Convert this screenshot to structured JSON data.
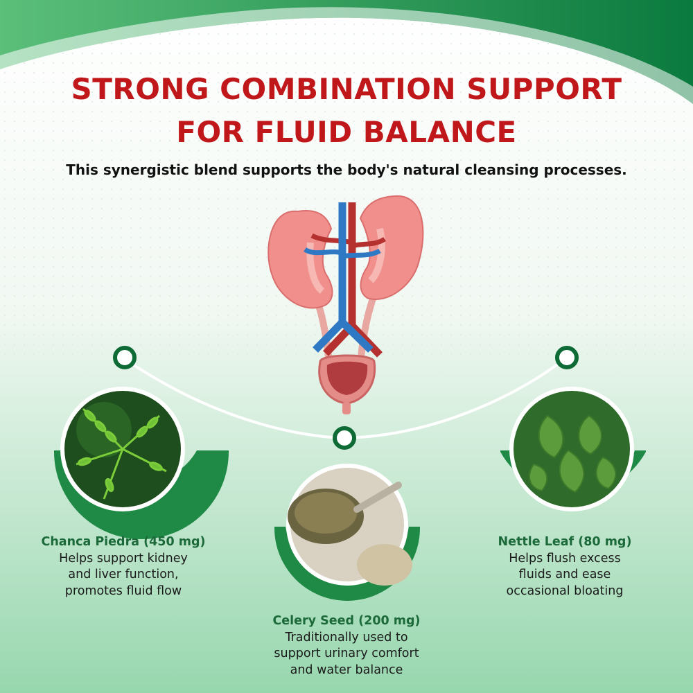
{
  "header": {
    "title_line1": "STRONG COMBINATION SUPPORT",
    "title_line2": "FOR FLUID BALANCE",
    "subtitle": "This synergistic blend supports the body's natural cleansing processes.",
    "title_color": "#c0171a"
  },
  "ingredients": [
    {
      "name": "Chanca Piedra (450 mg)",
      "lines": [
        "Helps support kidney",
        "and liver function,",
        "promotes fluid flow"
      ],
      "image_icon": "leaf-sprig-photo"
    },
    {
      "name": "Celery Seed (200 mg)",
      "lines": [
        "Traditionally used to",
        "support urinary comfort",
        "and water balance"
      ],
      "image_icon": "seed-spoon-photo"
    },
    {
      "name": "Nettle Leaf (80 mg)",
      "lines": [
        "Helps flush excess",
        "fluids and ease",
        "occasional bloating"
      ],
      "image_icon": "nettle-leaves-photo"
    }
  ],
  "colors": {
    "brand_green": "#1f8a45",
    "dark_green": "#0f6b36",
    "name_green": "#1c6a3a"
  }
}
